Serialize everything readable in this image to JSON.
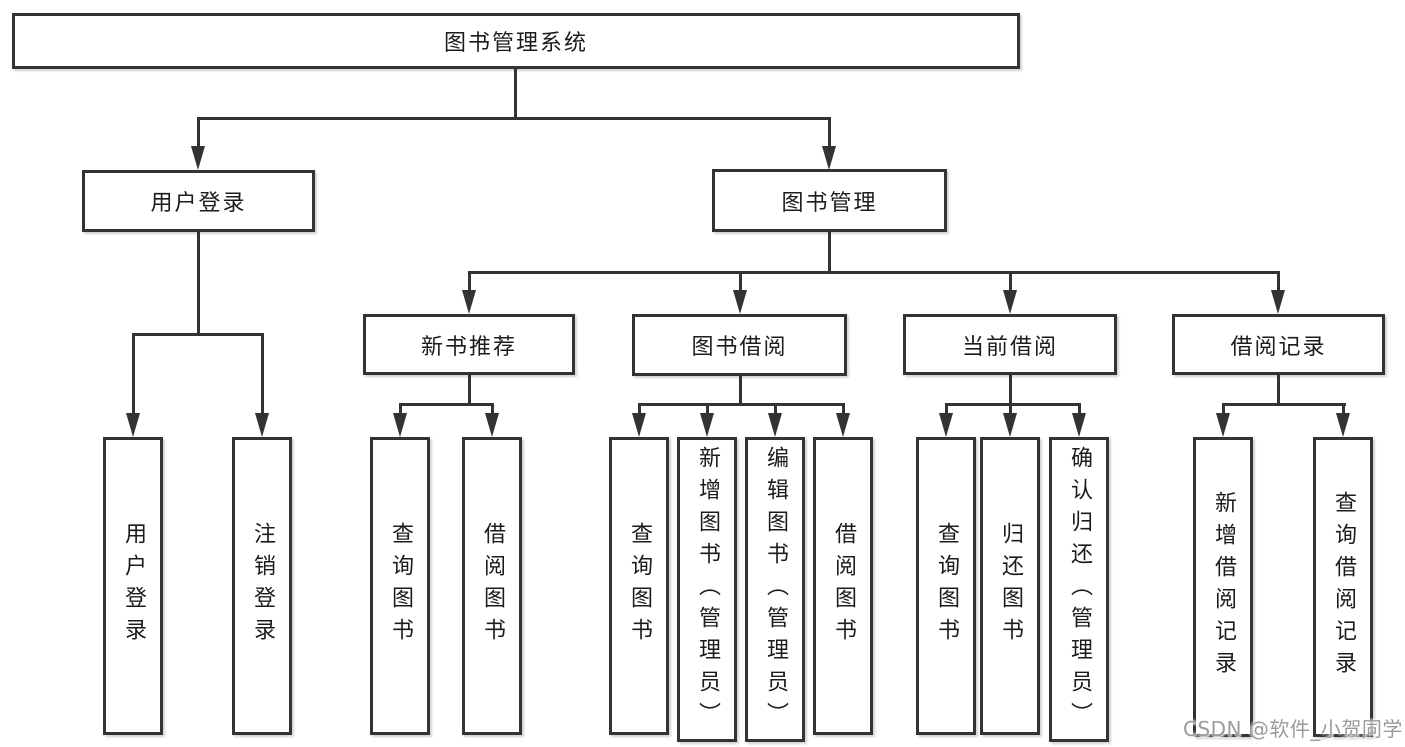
{
  "tree": {
    "root": {
      "label": "图书管理系统"
    },
    "branches": [
      {
        "label": "用户登录",
        "children": [
          {
            "label": "用户登录"
          },
          {
            "label": "注销登录"
          }
        ]
      },
      {
        "label": "图书管理",
        "groups": [
          {
            "label": "新书推荐",
            "children": [
              {
                "label": "查询图书"
              },
              {
                "label": "借阅图书"
              }
            ]
          },
          {
            "label": "图书借阅",
            "children": [
              {
                "label": "查询图书"
              },
              {
                "label": "新增图书（管理员）"
              },
              {
                "label": "编辑图书（管理员）"
              },
              {
                "label": "借阅图书"
              }
            ]
          },
          {
            "label": "当前借阅",
            "children": [
              {
                "label": "查询图书"
              },
              {
                "label": "归还图书"
              },
              {
                "label": "确认归还（管理员）"
              }
            ]
          },
          {
            "label": "借阅记录",
            "children": [
              {
                "label": "新增借阅记录"
              },
              {
                "label": "查询借阅记录"
              }
            ]
          }
        ]
      }
    ]
  },
  "watermark": {
    "text": "CSDN @软件_小贺同学"
  },
  "colors": {
    "line": "#333333",
    "text": "#1c1c1c",
    "watermark": "#9b9b9b",
    "background": "#ffffff"
  }
}
